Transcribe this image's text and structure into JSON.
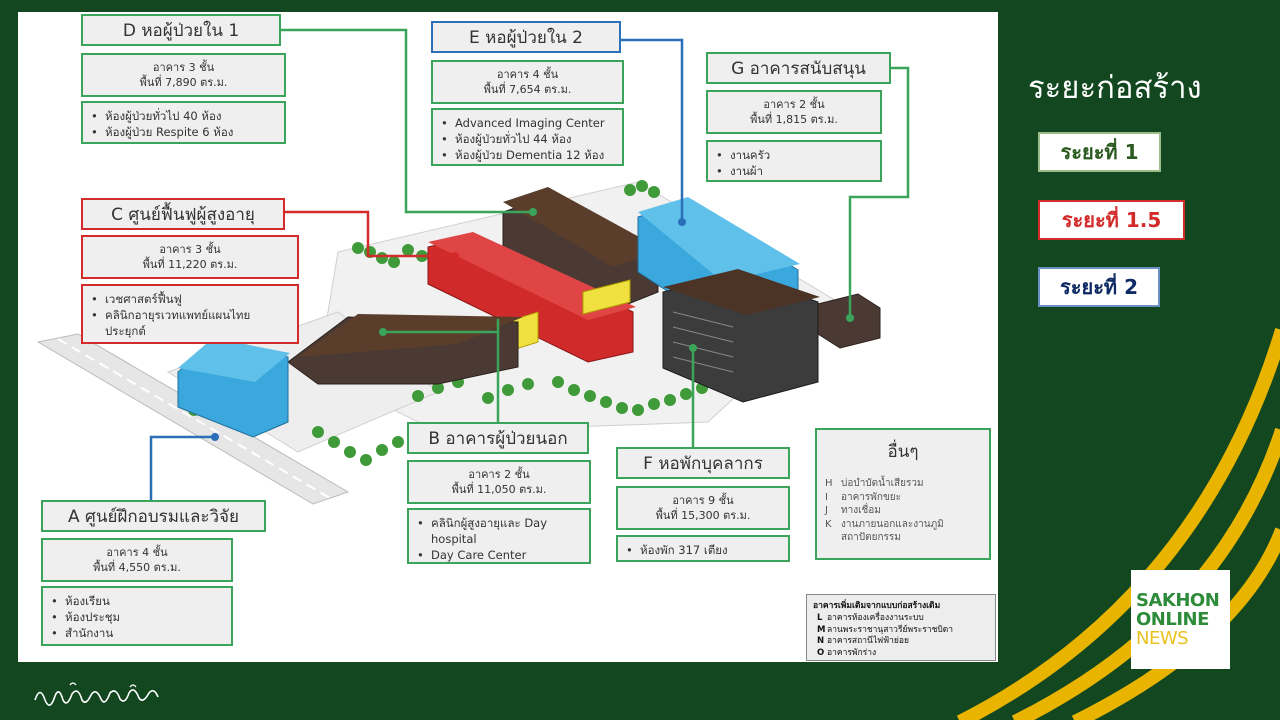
{
  "colors": {
    "background": "#12471f",
    "phase1": "#3aa55a",
    "phase15": "#d32a2a",
    "phase2": "#2a6fb8",
    "stripe": "#e8b400"
  },
  "legend": {
    "heading": "ระยะก่อสร้าง",
    "phases": [
      "ระยะที่ 1",
      "ระยะที่ 1.5",
      "ระยะที่ 2"
    ]
  },
  "buildings": {
    "d": {
      "title": "D หอผู้ป่วยใน 1",
      "floors": "อาคาร 3 ชั้น",
      "area": "พื้นที่ 7,890 ตร.ม.",
      "items": [
        "ห้องผู้ป่วยทั่วไป 40 ห้อง",
        "ห้องผู้ป่วย Respite 6 ห้อง"
      ]
    },
    "e": {
      "title": "E หอผู้ป่วยใน 2",
      "floors": "อาคาร 4 ชั้น",
      "area": "พื้นที่ 7,654 ตร.ม.",
      "items": [
        "Advanced Imaging Center",
        "ห้องผู้ป่วยทั่วไป 44 ห้อง",
        "ห้องผู้ป่วย Dementia 12 ห้อง"
      ]
    },
    "g": {
      "title": "G อาคารสนับสนุน",
      "floors": "อาคาร 2 ชั้น",
      "area": "พื้นที่ 1,815 ตร.ม.",
      "items": [
        "งานครัว",
        "งานผ้า"
      ]
    },
    "c": {
      "title": "C ศูนย์ฟื้นฟูผู้สูงอายุ",
      "floors": "อาคาร 3 ชั้น",
      "area": "พื้นที่ 11,220 ตร.ม.",
      "items": [
        "เวชศาสตร์ฟื้นฟู",
        "คลินิกอายุรเวทแพทย์แผนไทยประยุกต์"
      ]
    },
    "b": {
      "title": "B อาคารผู้ป่วยนอก",
      "floors": "อาคาร 2 ชั้น",
      "area": "พื้นที่ 11,050 ตร.ม.",
      "items": [
        "คลินิกผู้สูงอายุและ Day hospital",
        "Day Care Center"
      ]
    },
    "f": {
      "title": "F หอพักบุคลากร",
      "floors": "อาคาร 9 ชั้น",
      "area": "พื้นที่ 15,300 ตร.ม.",
      "items": [
        "ห้องพัก 317 เตียง"
      ]
    },
    "a": {
      "title": "A ศูนย์ฝึกอบรมและวิจัย",
      "floors": "อาคาร 4 ชั้น",
      "area": "พื้นที่ 4,550 ตร.ม.",
      "items": [
        "ห้องเรียน",
        "ห้องประชุม",
        "สำนักงาน"
      ]
    }
  },
  "other": {
    "title": "อื่นๆ",
    "items": [
      {
        "code": "H",
        "label": "บ่อบำบัดน้ำเสียรวม"
      },
      {
        "code": "I",
        "label": "อาคารพักขยะ"
      },
      {
        "code": "J",
        "label": "ทางเชื่อม"
      },
      {
        "code": "K",
        "label": "งานภายนอกและงานภูมิสถาปัตยกรรม"
      }
    ]
  },
  "existing": {
    "title": "อาคารเพิ่มเติมจากแบบก่อสร้างเดิม",
    "items": [
      {
        "code": "L",
        "label": "อาคารห้องเครื่องงานระบบ"
      },
      {
        "code": "M",
        "label": "ลานพระราชานุสาวรีย์พระราชบิดา"
      },
      {
        "code": "N",
        "label": "อาคารสถานีไฟฟ้าย่อย"
      },
      {
        "code": "O",
        "label": "อาคารพักร่าง"
      }
    ]
  },
  "logo": {
    "line1": "SAKHON",
    "line2": "ONLINE",
    "line3": "NEWS"
  },
  "icons": {
    "signature": "signature-icon"
  }
}
